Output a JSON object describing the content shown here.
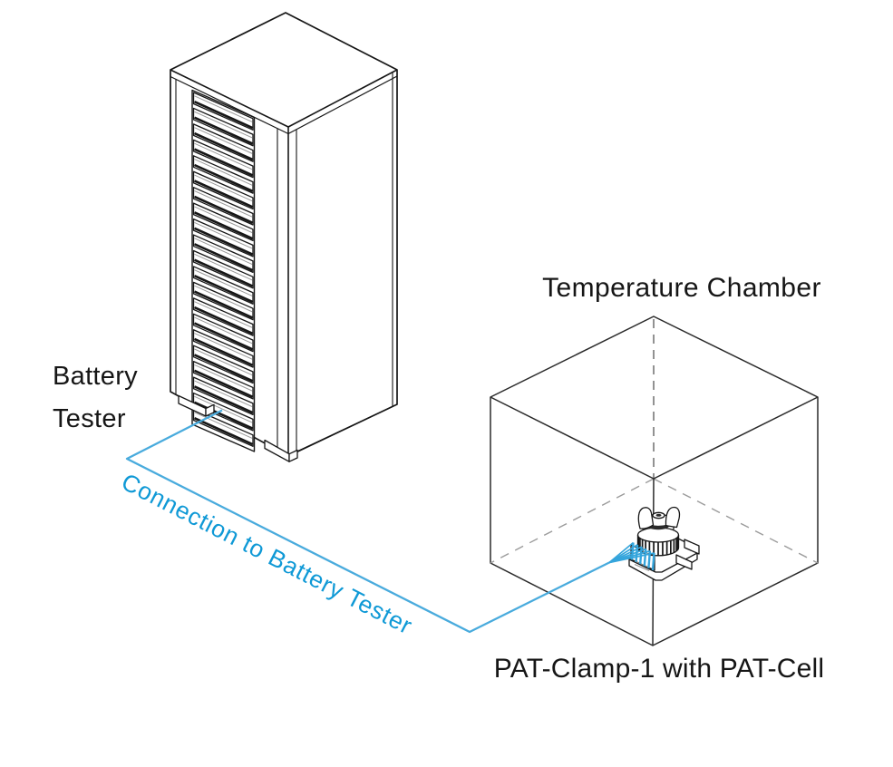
{
  "labels": {
    "battery_tester_line1": "Battery",
    "battery_tester_line2": "Tester",
    "temperature_chamber": "Temperature Chamber",
    "pat_clamp": "PAT-Clamp-1 with PAT-Cell",
    "connection": "Connection to Battery Tester"
  },
  "colors": {
    "outline_black": "#1b1b1b",
    "hidden_edge_gray": "#8f8f8f",
    "connection_line_blue": "#49abdd",
    "connection_text_blue": "#0f99d6",
    "wire_blue": "#35a5dc"
  },
  "icons": {
    "rack_illustration": "battery-tester-rack",
    "chamber_illustration": "temperature-chamber-cube",
    "device_illustration": "pat-clamp-with-pat-cell",
    "cable_illustration": "connection-cable"
  }
}
